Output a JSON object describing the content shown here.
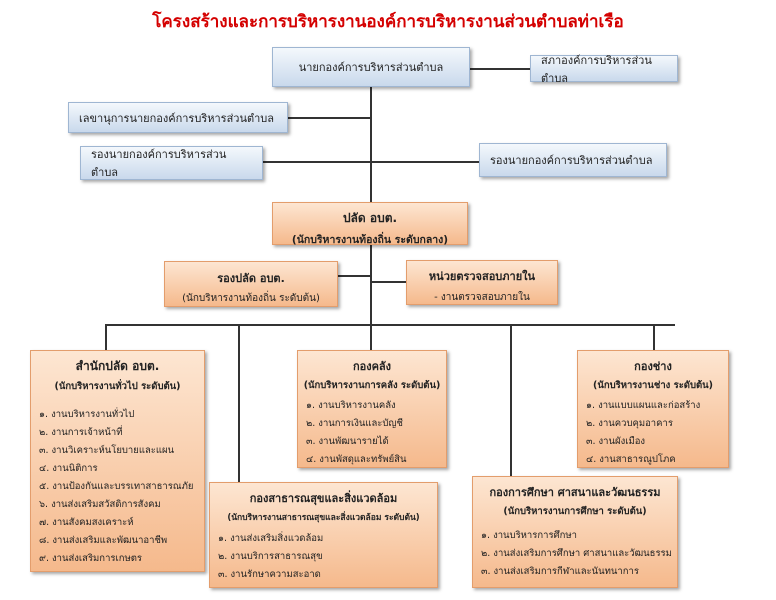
{
  "title": "โครงสร้างและการบริหารงานองค์การบริหารงานส่วนตำบลท่าเรือ",
  "mayor": "นายกองค์การบริหารส่วนตำบล",
  "council": "สภาองค์การบริหารส่วนตำบล",
  "secretary": "เลขานุการนายกองค์การบริหารส่วนตำบล",
  "deputy_left": "รองนายกองค์การบริหารส่วนตำบล",
  "deputy_right": "รองนายกองค์การบริหารส่วนตำบล",
  "palad": {
    "title": "ปลัด อบต.",
    "subtitle": "(นักบริหารงานท้องถิ่น  ระดับกลาง)"
  },
  "rong_palad": {
    "title": "รองปลัด อบต.",
    "subtitle": "(นักบริหารงานท้องถิ่น  ระดับต้น)"
  },
  "audit": {
    "title": "หน่วยตรวจสอบภายใน",
    "subtitle": "- งานตรวจสอบภายใน"
  },
  "office": {
    "title": "สำนักปลัด อบต.",
    "subtitle": "(นักบริหารงานทั่วไป ระดับต้น)",
    "items": [
      "๑. งานบริหารงานทั่วไป",
      "๒. งานการเจ้าหน้าที่",
      "๓. งานวิเคราะห์นโยบายและแผน",
      "๔. งานนิติการ",
      "๕. งานป้องกันและบรรเทาสาธารณภัย",
      "๖. งานส่งเสริมสวัสดิการสังคม",
      "๗. งานสังคมสงเคราะห์",
      "๘. งานส่งเสริมและพัฒนาอาชีพ",
      "๙. งานส่งเสริมการเกษตร"
    ]
  },
  "finance": {
    "title": "กองคลัง",
    "subtitle": "(นักบริหารงานการคลัง ระดับต้น)",
    "items": [
      "๑. งานบริหารงานคลัง",
      "๒. งานการเงินและบัญชี",
      "๓. งานพัฒนารายได้",
      "๔. งานพัสดุและทรัพย์สิน"
    ]
  },
  "works": {
    "title": "กองช่าง",
    "subtitle": "(นักบริหารงานช่าง ระดับต้น)",
    "items": [
      "๑. งานแบบแผนและก่อสร้าง",
      "๒. งานควบคุมอาคาร",
      "๓. งานผังเมือง",
      "๔. งานสาธารณูปโภค"
    ]
  },
  "health": {
    "title": "กองสาธารณสุขและสิ่งแวดล้อม",
    "subtitle": "(นักบริหารงานสาธารณสุขและสิ่งแวดล้อม ระดับต้น)",
    "items": [
      "๑. งานส่งเสริมสิ่งแวดล้อม",
      "๒. งานบริการสาธารณสุข",
      "๓. งานรักษาความสะอาด"
    ]
  },
  "education": {
    "title": "กองการศึกษา ศาสนาและวัฒนธรรม",
    "subtitle": "(นักบริหารงานการศึกษา ระดับต้น)",
    "items": [
      "๑. งานบริหารการศึกษา",
      "๒. งานส่งเสริมการศึกษา ศาสนาและวัฒนธรรม",
      "๓. งานส่งเสริมการกีฬาและนันทนาการ"
    ]
  }
}
